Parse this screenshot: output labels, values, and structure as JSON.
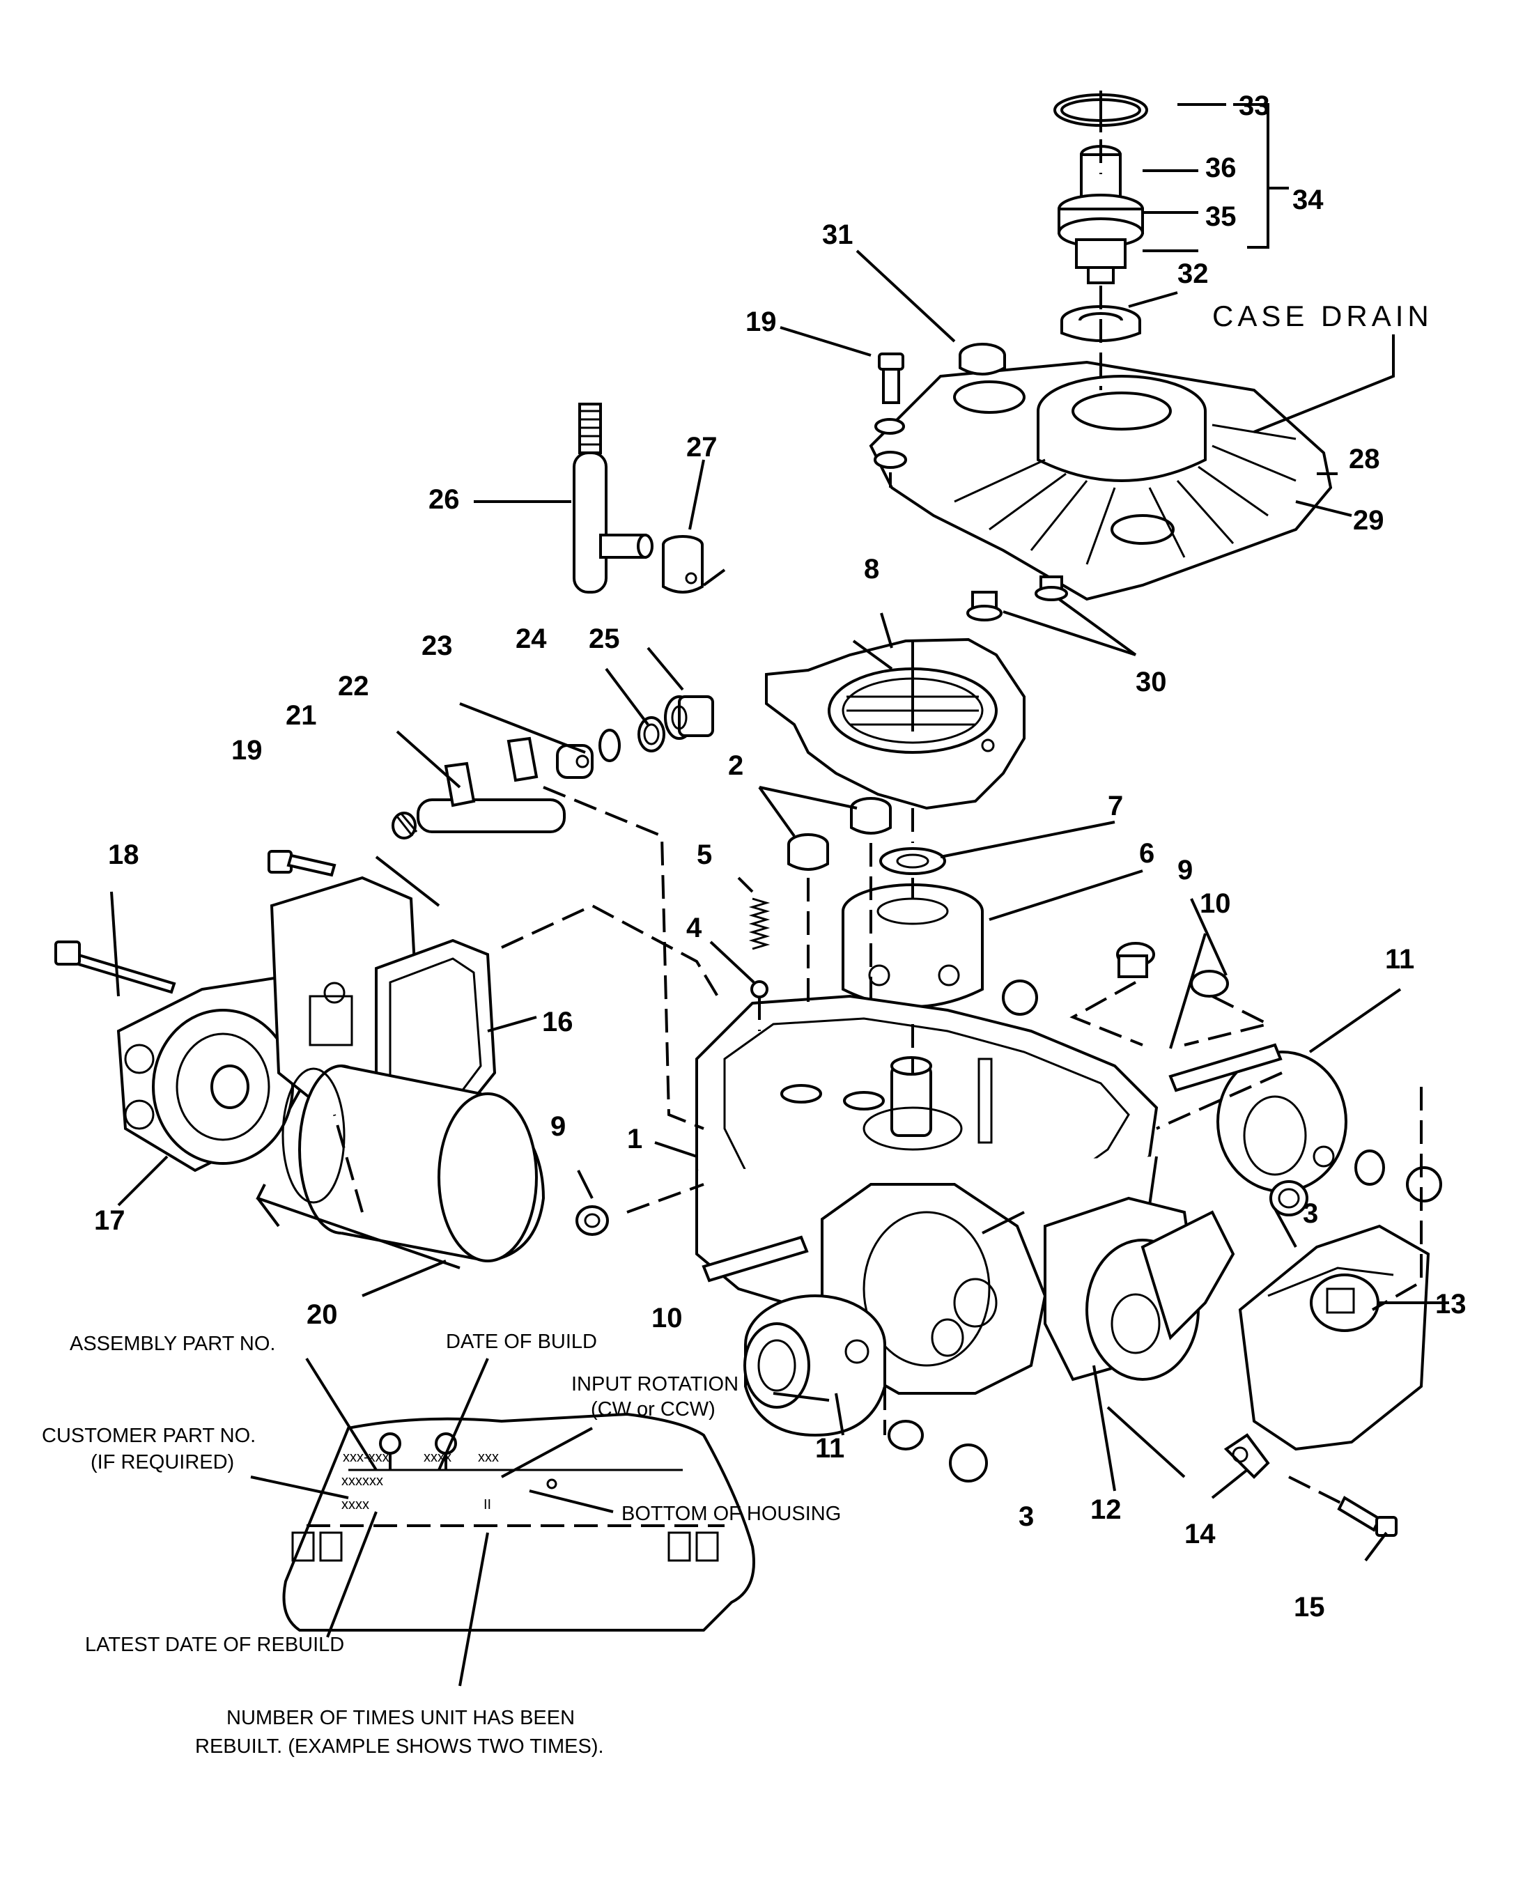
{
  "diagram": {
    "header_label": "CASE DRAIN",
    "callouts": [
      "1",
      "2",
      "3",
      "4",
      "5",
      "6",
      "7",
      "8",
      "9",
      "10",
      "11",
      "12",
      "13",
      "14",
      "15",
      "16",
      "17",
      "18",
      "19",
      "20",
      "21",
      "22",
      "23",
      "24",
      "25",
      "26",
      "27",
      "28",
      "29",
      "30",
      "31",
      "32",
      "33",
      "34",
      "35",
      "36"
    ],
    "nameplate": {
      "assembly_part_no": "ASSEMBLY PART NO.",
      "date_of_build": "DATE OF BUILD",
      "input_rotation": "INPUT ROTATION",
      "input_rotation_note": "(CW or CCW)",
      "customer_part_no": "CUSTOMER PART NO.",
      "customer_part_no_note": "(IF REQUIRED)",
      "bottom_of_housing": "BOTTOM OF HOUSING",
      "latest_date_of_rebuild": "LATEST DATE OF REBUILD",
      "rebuild_count_line1": "NUMBER OF TIMES UNIT HAS BEEN",
      "rebuild_count_line2": "REBUILT. (EXAMPLE SHOWS TWO TIMES).",
      "plate_code_1": "xxx-xxx",
      "plate_code_2": "xxxx",
      "plate_code_3": "xxx",
      "plate_code_4": "xxxxxx",
      "plate_code_5": "xxxx",
      "plate_code_6": "II"
    }
  }
}
